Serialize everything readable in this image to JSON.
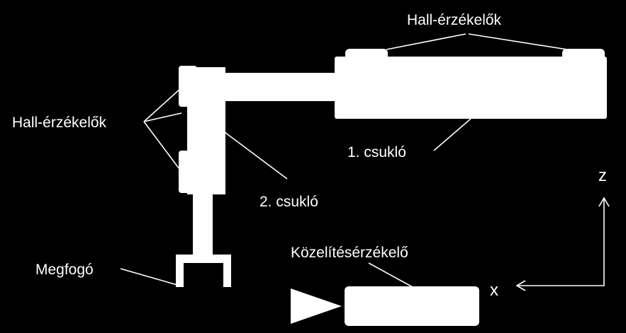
{
  "labels": {
    "hall_sensors_top": "Hall-érzékelők",
    "hall_sensors_left": "Hall-érzékelők",
    "joint_1": "1. csukló",
    "joint_2": "2. csukló",
    "gripper": "Megfogó",
    "proximity_sensor": "Közelítésérzékelő"
  },
  "axes": {
    "z": "z",
    "x": "x"
  },
  "colors": {
    "background": "#000000",
    "foreground": "#ffffff"
  }
}
